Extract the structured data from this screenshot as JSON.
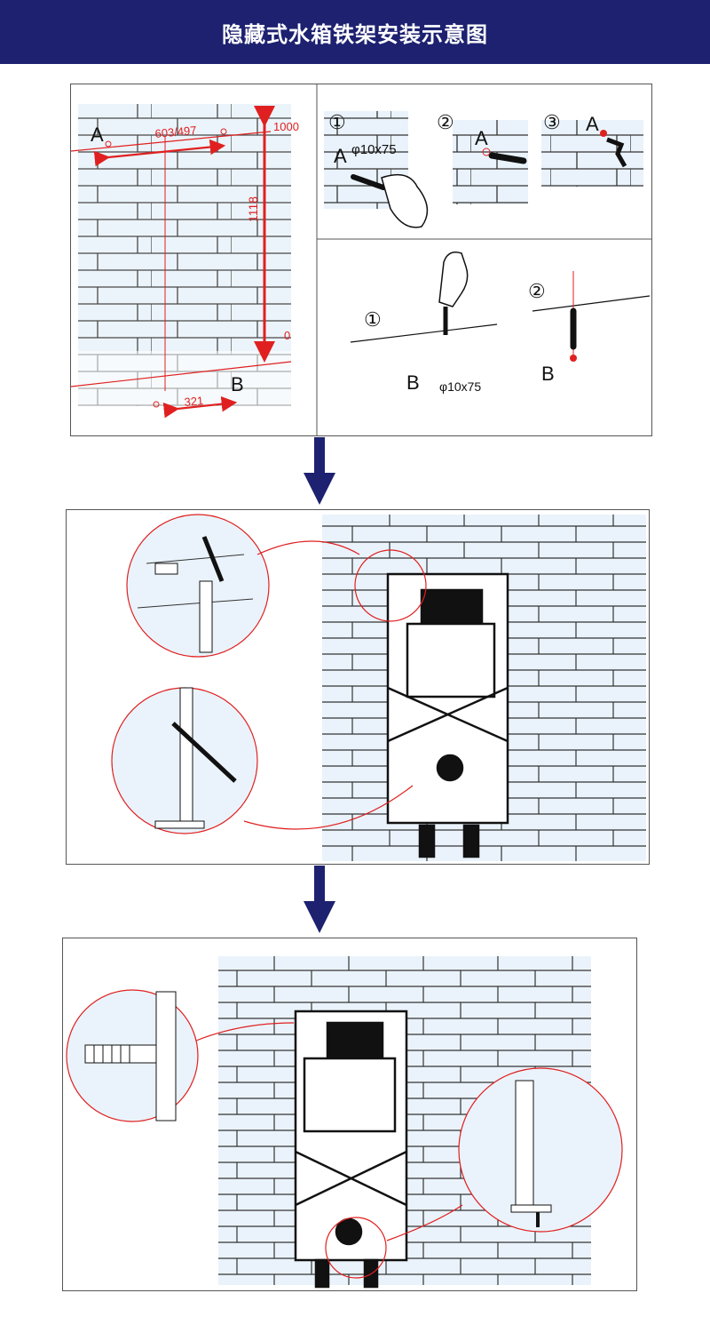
{
  "header": {
    "title": "隐藏式水箱铁架安装示意图",
    "bg_color": "#1d2170"
  },
  "accent_color": "#e02020",
  "step1": {
    "wall": {
      "label_a": "A",
      "label_b": "B",
      "dim_width": "603/497",
      "dim_height": "1118",
      "dim_top": "1000",
      "dim_zero": "0",
      "dim_bottom": "321"
    },
    "drill_a": {
      "n1": "①",
      "n2": "②",
      "n3": "③",
      "label_a": "A",
      "drill_size": "φ10x75"
    },
    "drill_b": {
      "n1": "①",
      "n2": "②",
      "label_b": "B",
      "drill_size": "φ10x75"
    }
  },
  "step2": {
    "caption": ""
  },
  "step3": {
    "caption": ""
  },
  "icons": [
    "step-down-arrow-icon",
    "drill-icon",
    "anchor-bolt-icon",
    "bolt-nut-icon"
  ]
}
